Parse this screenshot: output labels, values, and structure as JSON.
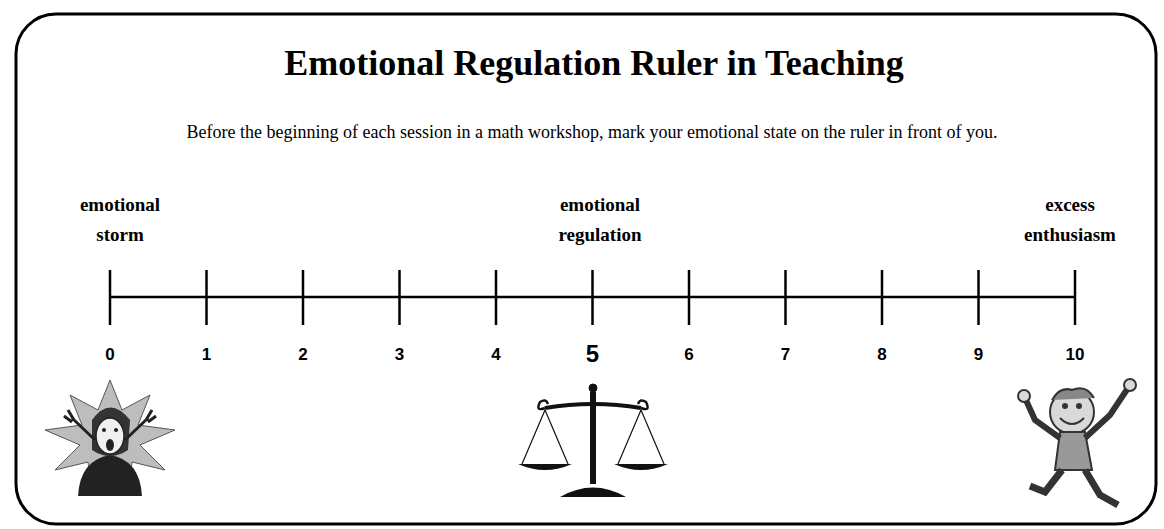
{
  "diagram": {
    "title": "Emotional Regulation Ruler in Teaching",
    "labels": [
      "Before the beginning of each session in a math workshop, mark your emotional state on the ruler in front of you.",
      "emotional storm",
      "emotional regulation",
      "excess enthusiasm",
      "0",
      "1",
      "2",
      "3",
      "4",
      "5",
      "6",
      "7",
      "8",
      "9",
      "10"
    ]
  }
}
